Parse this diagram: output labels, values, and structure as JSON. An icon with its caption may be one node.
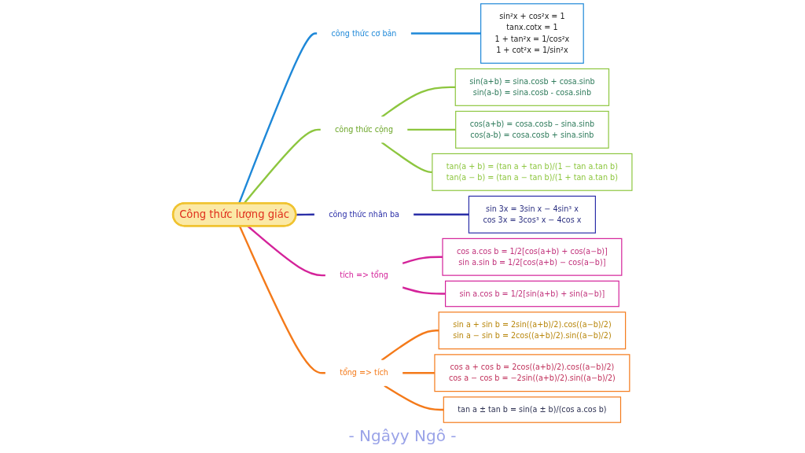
{
  "diagram": {
    "nodes": [
      {
        "text": [
          "Công thức lượng giác"
        ]
      },
      {
        "text": [
          "công thức cơ bản"
        ]
      },
      {
        "text": [
          "sin²x + cos²x = 1",
          "tanx.cotx = 1",
          "1 + tan²x = 1/cos²x",
          "1 + cot²x = 1/sin²x"
        ]
      },
      {
        "text": [
          "công thức cộng"
        ]
      },
      {
        "text": [
          "sin(a+b) = sina.cosb + cosa.sinb",
          "sin(a-b) = sina.cosb - cosa.sinb"
        ]
      },
      {
        "text": [
          "cos(a+b) = cosa.cosb – sina.sinb",
          "cos(a-b) = cosa.cosb + sina.sinb"
        ]
      },
      {
        "text": [
          "tan(a + b) = (tan a + tan b)/(1 − tan a.tan b)",
          "tan(a − b) = (tan a − tan b)/(1 + tan a.tan b)"
        ]
      },
      {
        "text": [
          "công thức nhân ba"
        ]
      },
      {
        "text": [
          "sin 3x = 3sin x − 4sin³ x",
          "cos 3x = 3cos³ x − 4cos x"
        ]
      },
      {
        "text": [
          "tích => tổng"
        ]
      },
      {
        "text": [
          "cos a.cos b = 1/2[cos(a+b) + cos(a−b)]",
          "sin a.sin b = 1/2[cos(a+b) − cos(a−b)]"
        ]
      },
      {
        "text": [
          "sin a.cos b = 1/2[sin(a+b) + sin(a−b)]"
        ]
      },
      {
        "text": [
          "tổng => tích"
        ]
      },
      {
        "text": [
          "sin a + sin b = 2sin((a+b)/2).cos((a−b)/2)",
          "sin a − sin b = 2cos((a+b)/2).sin((a−b)/2)"
        ]
      },
      {
        "text": [
          "cos a + cos b = 2cos((a+b)/2).cos((a−b)/2)",
          "cos a − cos b = −2sin((a+b)/2).sin((a−b)/2)"
        ]
      },
      {
        "text": [
          "tan a ± tan b = sin(a ± b)/(cos a.cos b)"
        ]
      }
    ],
    "edges": [
      {
        "from": 0,
        "to": 1,
        "arrow": "none",
        "color": "#1e88d8"
      },
      {
        "from": 1,
        "to": 2,
        "arrow": "none",
        "color": "#1e88d8"
      },
      {
        "from": 0,
        "to": 3,
        "arrow": "none",
        "color": "#8dc63f"
      },
      {
        "from": 3,
        "to": 4,
        "arrow": "none",
        "color": "#8dc63f"
      },
      {
        "from": 3,
        "to": 5,
        "arrow": "none",
        "color": "#8dc63f"
      },
      {
        "from": 3,
        "to": 6,
        "arrow": "none",
        "color": "#8dc63f"
      },
      {
        "from": 0,
        "to": 7,
        "arrow": "none",
        "color": "#2b2fa8"
      },
      {
        "from": 7,
        "to": 8,
        "arrow": "none",
        "color": "#2b2fa8"
      },
      {
        "from": 0,
        "to": 9,
        "arrow": "none",
        "color": "#d4239a"
      },
      {
        "from": 9,
        "to": 10,
        "arrow": "none",
        "color": "#d4239a"
      },
      {
        "from": 9,
        "to": 11,
        "arrow": "none",
        "color": "#d4239a"
      },
      {
        "from": 0,
        "to": 12,
        "arrow": "none",
        "color": "#f47a1a"
      },
      {
        "from": 12,
        "to": 13,
        "arrow": "none",
        "color": "#f47a1a"
      },
      {
        "from": 12,
        "to": 14,
        "arrow": "none",
        "color": "#f47a1a"
      },
      {
        "from": 12,
        "to": 15,
        "arrow": "none",
        "color": "#f47a1a"
      }
    ],
    "labels": [
      "- Ngâyy Ngô -"
    ]
  }
}
